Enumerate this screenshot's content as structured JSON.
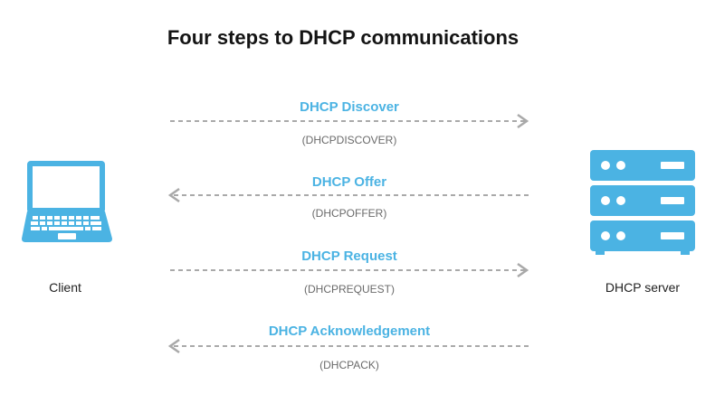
{
  "title": "Four steps to DHCP communications",
  "client_label": "Client",
  "server_label": "DHCP server",
  "steps": [
    {
      "label": "DHCP Discover",
      "code": "(DHCPDISCOVER)",
      "direction": "to-server"
    },
    {
      "label": "DHCP Offer",
      "code": "(DHCPOFFER)",
      "direction": "to-client"
    },
    {
      "label": "DHCP Request",
      "code": "(DHCPREQUEST)",
      "direction": "to-server"
    },
    {
      "label": "DHCP Acknowledgement",
      "code": "(DHCPACK)",
      "direction": "to-client"
    }
  ],
  "colors": {
    "accent": "#4bb3e3",
    "arrow": "#a9a9a9",
    "title": "#141414"
  },
  "icons": {
    "client": "laptop-icon",
    "server": "server-rack-icon"
  }
}
